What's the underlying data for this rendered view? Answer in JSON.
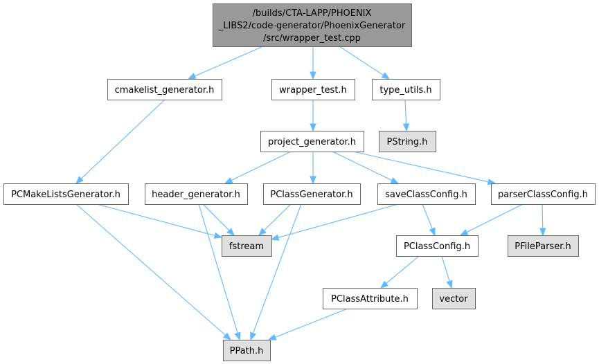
{
  "colors": {
    "root_fill": "#999999",
    "node_fill": "#ffffff",
    "external_fill": "#e0e0e0",
    "border": "#666666",
    "edge": "#63b8ff"
  },
  "nodes": [
    {
      "id": "root",
      "kind": "root",
      "lines": [
        "/builds/CTA-LAPP/PHOENIX",
        "_LIBS2/code-generator/PhoenixGenerator",
        "/src/wrapper_test.cpp"
      ]
    },
    {
      "id": "cmakelist_generator_h",
      "kind": "node",
      "lines": [
        "cmakelist_generator.h"
      ]
    },
    {
      "id": "wrapper_test_h",
      "kind": "node",
      "lines": [
        "wrapper_test.h"
      ]
    },
    {
      "id": "type_utils_h",
      "kind": "node",
      "lines": [
        "type_utils.h"
      ]
    },
    {
      "id": "pstring_h",
      "kind": "external",
      "lines": [
        "PString.h"
      ]
    },
    {
      "id": "project_generator_h",
      "kind": "node",
      "lines": [
        "project_generator.h"
      ]
    },
    {
      "id": "pcmakelistsgenerator_h",
      "kind": "node",
      "lines": [
        "PCMakeListsGenerator.h"
      ]
    },
    {
      "id": "header_generator_h",
      "kind": "node",
      "lines": [
        "header_generator.h"
      ]
    },
    {
      "id": "pclassgenerator_h",
      "kind": "node",
      "lines": [
        "PClassGenerator.h"
      ]
    },
    {
      "id": "saveclassconfig_h",
      "kind": "node",
      "lines": [
        "saveClassConfig.h"
      ]
    },
    {
      "id": "parserclassconfig_h",
      "kind": "node",
      "lines": [
        "parserClassConfig.h"
      ]
    },
    {
      "id": "fstream",
      "kind": "external",
      "lines": [
        "fstream"
      ]
    },
    {
      "id": "pclassconfig_h",
      "kind": "node",
      "lines": [
        "PClassConfig.h"
      ]
    },
    {
      "id": "pfileparser_h",
      "kind": "external",
      "lines": [
        "PFileParser.h"
      ]
    },
    {
      "id": "pclassattribute_h",
      "kind": "node",
      "lines": [
        "PClassAttribute.h"
      ]
    },
    {
      "id": "vector",
      "kind": "external",
      "lines": [
        "vector"
      ]
    },
    {
      "id": "ppath_h",
      "kind": "external",
      "lines": [
        "PPath.h"
      ]
    }
  ],
  "edges": [
    {
      "from": "root",
      "to": "cmakelist_generator_h"
    },
    {
      "from": "root",
      "to": "wrapper_test_h"
    },
    {
      "from": "root",
      "to": "type_utils_h"
    },
    {
      "from": "cmakelist_generator_h",
      "to": "pcmakelistsgenerator_h"
    },
    {
      "from": "wrapper_test_h",
      "to": "project_generator_h"
    },
    {
      "from": "type_utils_h",
      "to": "pstring_h"
    },
    {
      "from": "project_generator_h",
      "to": "header_generator_h"
    },
    {
      "from": "project_generator_h",
      "to": "pclassgenerator_h"
    },
    {
      "from": "project_generator_h",
      "to": "saveclassconfig_h"
    },
    {
      "from": "project_generator_h",
      "to": "parserclassconfig_h"
    },
    {
      "from": "pcmakelistsgenerator_h",
      "to": "fstream"
    },
    {
      "from": "pcmakelistsgenerator_h",
      "to": "ppath_h"
    },
    {
      "from": "header_generator_h",
      "to": "fstream"
    },
    {
      "from": "header_generator_h",
      "to": "ppath_h"
    },
    {
      "from": "pclassgenerator_h",
      "to": "fstream"
    },
    {
      "from": "pclassgenerator_h",
      "to": "ppath_h"
    },
    {
      "from": "saveclassconfig_h",
      "to": "fstream"
    },
    {
      "from": "saveclassconfig_h",
      "to": "pclassconfig_h"
    },
    {
      "from": "parserclassconfig_h",
      "to": "pclassconfig_h"
    },
    {
      "from": "parserclassconfig_h",
      "to": "pfileparser_h"
    },
    {
      "from": "pclassconfig_h",
      "to": "pclassattribute_h"
    },
    {
      "from": "pclassconfig_h",
      "to": "vector"
    },
    {
      "from": "pclassattribute_h",
      "to": "ppath_h"
    }
  ]
}
